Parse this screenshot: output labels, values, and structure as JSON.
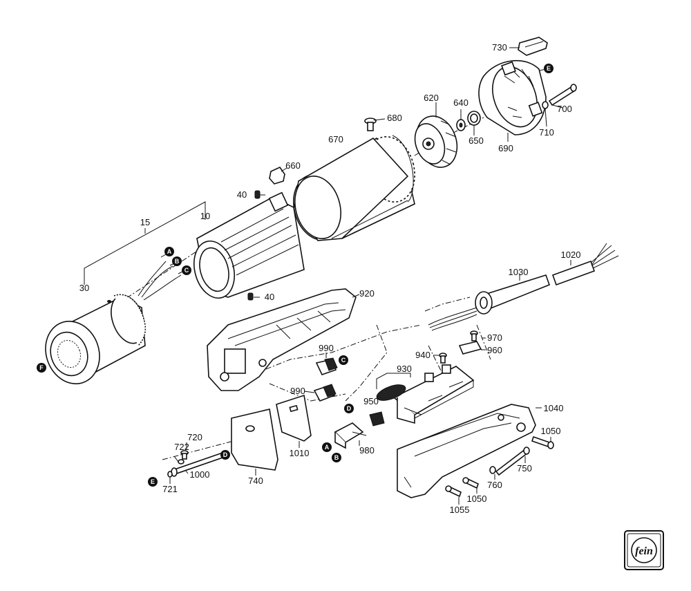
{
  "brand": {
    "name": "Fein",
    "logo_text": "Fein"
  },
  "part_labels": {
    "p15": "15",
    "p10": "10",
    "p30": "30",
    "p40a": "40",
    "p40b": "40",
    "p660": "660",
    "p670": "670",
    "p680": "680",
    "p620": "620",
    "p640": "640",
    "p650": "650",
    "p690": "690",
    "p710": "710",
    "p700": "700",
    "p730": "730",
    "p920": "920",
    "p990a": "990",
    "p990b": "990",
    "p930": "930",
    "p940": "940",
    "p950": "950",
    "p960": "960",
    "p970": "970",
    "p980": "980",
    "p1010": "1010",
    "p740": "740",
    "p720": "720",
    "p722": "722",
    "p1000": "1000",
    "p721": "721",
    "p1020": "1020",
    "p1030": "1030",
    "p1040": "1040",
    "p1050a": "1050",
    "p1050b": "1050",
    "p750": "750",
    "p760": "760",
    "p1055": "1055"
  },
  "markers": {
    "a1": "A",
    "b1": "B",
    "c1": "C",
    "e1": "E",
    "f1": "F",
    "c2": "C",
    "d1": "D",
    "a2": "A",
    "b2": "B",
    "d2": "D",
    "e2": "E"
  }
}
